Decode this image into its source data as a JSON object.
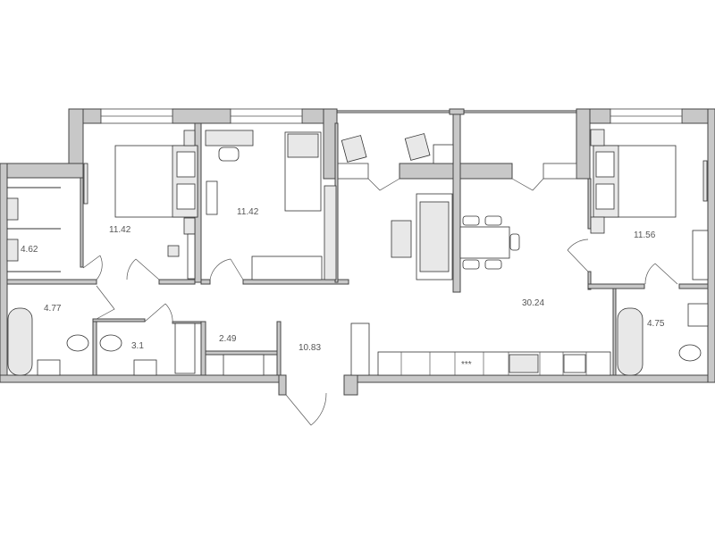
{
  "plan": {
    "wall_color": "#c8c8c8",
    "line_color": "#333333",
    "rooms": [
      {
        "id": "bedroom-1",
        "area": "11.42"
      },
      {
        "id": "bedroom-2",
        "area": "11.42"
      },
      {
        "id": "walk-in-closet",
        "area": "4.62"
      },
      {
        "id": "bathroom-1",
        "area": "4.77"
      },
      {
        "id": "wc",
        "area": "3.1"
      },
      {
        "id": "storage",
        "area": "2.49"
      },
      {
        "id": "hallway",
        "area": "10.83"
      },
      {
        "id": "living-kitchen",
        "area": "30.24"
      },
      {
        "id": "bedroom-3",
        "area": "11.56"
      },
      {
        "id": "bathroom-2",
        "area": "4.75"
      }
    ],
    "stove_marks": "***"
  }
}
